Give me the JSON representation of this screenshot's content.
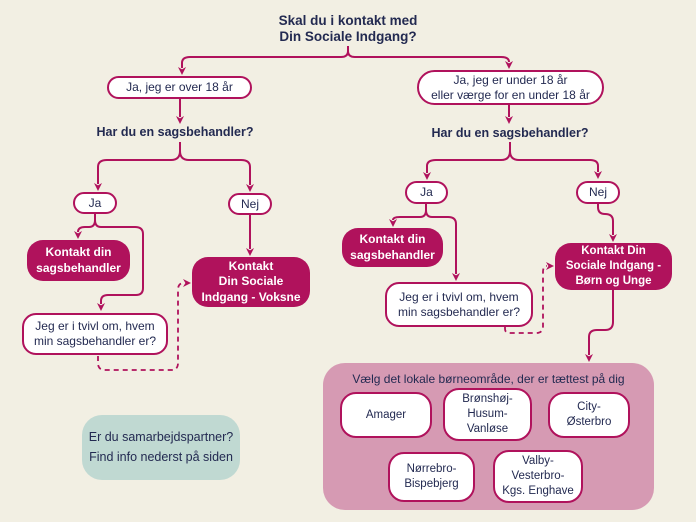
{
  "title": "Skal du i kontakt med\nDin Sociale Indgang?",
  "left_branch": {
    "answer": "Ja, jeg er over 18 år",
    "question": "Har du en sagsbehandler?",
    "yes": "Ja",
    "no": "Nej",
    "contact_caseworker": "Kontakt din\nsagsbehandler",
    "doubt": "Jeg er i tvivl om, hvem\nmin sagsbehandler er?",
    "contact_entrance": "Kontakt\nDin Sociale\nIndgang - Voksne"
  },
  "right_branch": {
    "answer": "Ja, jeg er under 18 år\neller værge for en under 18 år",
    "question": "Har du en sagsbehandler?",
    "yes": "Ja",
    "no": "Nej",
    "contact_caseworker": "Kontakt din\nsagsbehandler",
    "doubt": "Jeg er i tvivl om, hvem\nmin sagsbehandler er?",
    "contact_entrance": "Kontakt Din\nSociale Indgang -\nBørn og Unge"
  },
  "area_panel": {
    "title": "Vælg det lokale børneområde, der er tættest på dig",
    "areas": [
      {
        "label": "Amager"
      },
      {
        "label": "Brønshøj-\nHusum-\nVanløse"
      },
      {
        "label": "City-\nØsterbro"
      },
      {
        "label": "Nørrebro-\nBispebjerg"
      },
      {
        "label": "Valby-\nVesterbro-\nKgs. Enghave"
      }
    ]
  },
  "partner_note": "Er du samarbejdspartner?\nFind info nederst på siden",
  "colors": {
    "background": "#f2efe3",
    "accent_magenta": "#b0125c",
    "text_navy": "#232a51",
    "panel_pink": "#d69ab3",
    "note_teal": "#c0d9d2"
  }
}
